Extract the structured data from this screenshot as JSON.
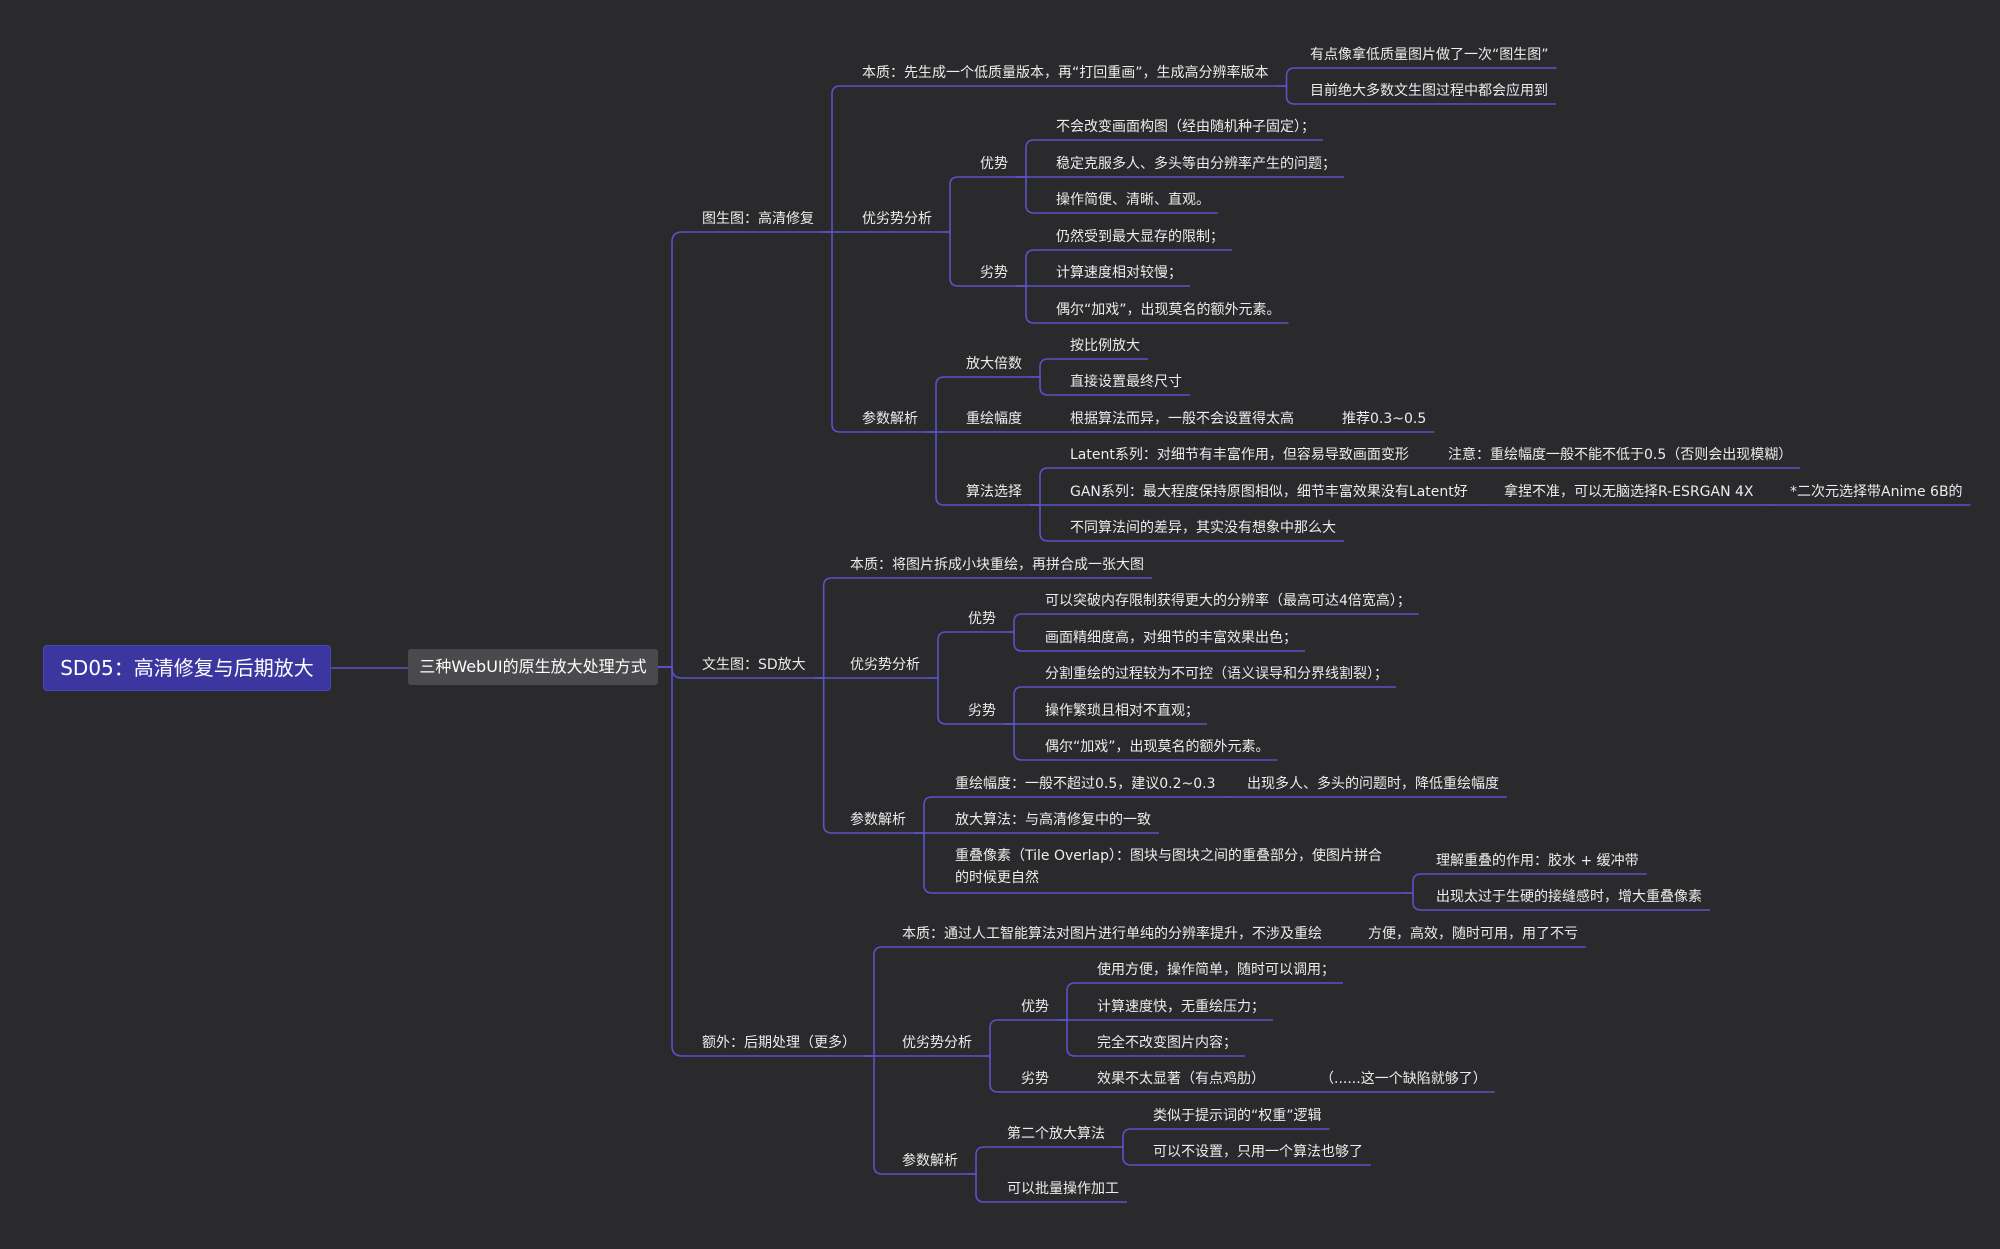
{
  "title": "SD05：高清修复与后期放大",
  "hub": "三种WebUI的原生放大处理方式",
  "branches": {
    "hires": {
      "label": "图生图：高清修复",
      "essence": "本质：先生成一个低质量版本，再“打回重画”，生成高分辨率版本",
      "essence_notes": [
        "有点像拿低质量图片做了一次“图生图”",
        "目前绝大多数文生图过程中都会应用到"
      ],
      "analysis": "优劣势分析",
      "pros_label": "优势",
      "pros": [
        "不会改变画面构图（经由随机种子固定）；",
        "稳定克服多人、多头等由分辨率产生的问题；",
        "操作简便、清晰、直观。"
      ],
      "cons_label": "劣势",
      "cons": [
        "仍然受到最大显存的限制；",
        "计算速度相对较慢；",
        "偶尔“加戏”，出现莫名的额外元素。"
      ],
      "params": "参数解析",
      "scale_label": "放大倍数",
      "scale_items": [
        "按比例放大",
        "直接设置最终尺寸"
      ],
      "denoise_label": "重绘幅度",
      "denoise_desc": "根据算法而异，一般不会设置得太高",
      "denoise_rec": "推荐0.3~0.5",
      "algo_label": "算法选择",
      "latent": "Latent系列：对细节有丰富作用，但容易导致画面变形",
      "latent_note": "注意：重绘幅度一般不能不低于0.5（否则会出现模糊）",
      "gan": "GAN系列：最大程度保持原图相似，细节丰富效果没有Latent好",
      "gan_note": "拿捏不准，可以无脑选择R-ESRGAN 4X",
      "gan_note2": "*二次元选择带Anime 6B的",
      "algo_diff": "不同算法间的差异，其实没有想象中那么大"
    },
    "sd": {
      "label": "文生图：SD放大",
      "essence": "本质：将图片拆成小块重绘，再拼合成一张大图",
      "analysis": "优劣势分析",
      "pros_label": "优势",
      "pros": [
        "可以突破内存限制获得更大的分辨率（最高可达4倍宽高）；",
        "画面精细度高，对细节的丰富效果出色；"
      ],
      "cons_label": "劣势",
      "cons": [
        "分割重绘的过程较为不可控（语义误导和分界线割裂）；",
        "操作繁琐且相对不直观；",
        "偶尔“加戏”，出现莫名的额外元素。"
      ],
      "params": "参数解析",
      "denoise": "重绘幅度：一般不超过0.5，建议0.2~0.3",
      "denoise_note": "出现多人、多头的问题时，降低重绘幅度",
      "upscaler": "放大算法：与高清修复中的一致",
      "overlap": "重叠像素（Tile Overlap）：图块与图块之间的重叠部分，使图片拼合的时候更自然",
      "overlap_notes": [
        "理解重叠的作用：胶水 + 缓冲带",
        "出现太过于生硬的接缝感时，增大重叠像素"
      ]
    },
    "extra": {
      "label": "额外：后期处理（更多）",
      "essence": "本质：通过人工智能算法对图片进行单纯的分辨率提升，不涉及重绘",
      "essence_note": "方便，高效，随时可用，用了不亏",
      "analysis": "优劣势分析",
      "pros_label": "优势",
      "pros": [
        "使用方便，操作简单，随时可以调用；",
        "计算速度快，无重绘压力；",
        "完全不改变图片内容；"
      ],
      "cons_label": "劣势",
      "cons": "效果不太显著（有点鸡肋）",
      "cons_note": "（......这一个缺陷就够了）",
      "params": "参数解析",
      "second": "第二个放大算法",
      "second_items": [
        "类似于提示词的“权重”逻辑",
        "可以不设置，只用一个算法也够了"
      ],
      "batch": "可以批量操作加工"
    }
  },
  "colors": {
    "background": "#2a292b",
    "line": "#5b52c9",
    "root": "#3c37a0",
    "hub": "#4a494c",
    "text": "#ececec"
  }
}
